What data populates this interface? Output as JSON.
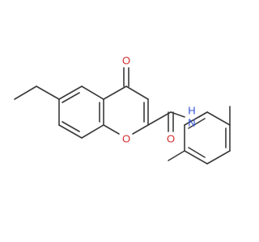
{
  "molecule": {
    "atoms": {
      "carbonyl_o_top": "O",
      "ring_o": "O",
      "amide_o": "O",
      "amide_n": "N",
      "amide_h": "H"
    },
    "colors": {
      "bond": "#3a3a3a",
      "oxygen": "#d42b2b",
      "nitrogen": "#3050d8"
    }
  }
}
